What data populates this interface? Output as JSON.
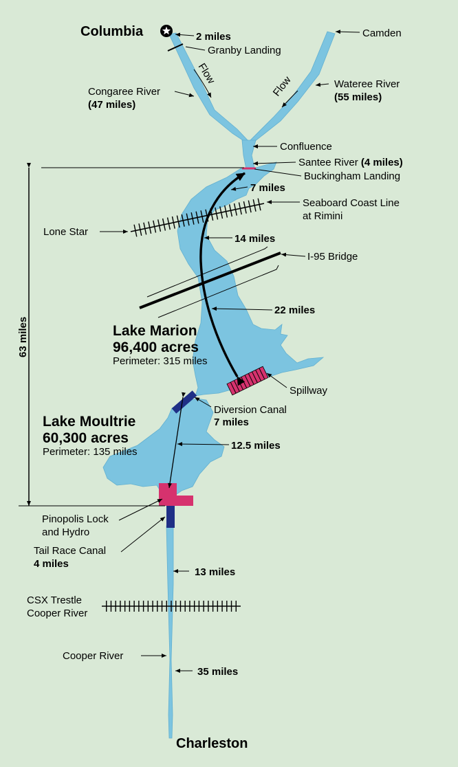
{
  "places": {
    "columbia": "Columbia",
    "camden": "Camden",
    "charleston": "Charleston",
    "granby": "Granby Landing",
    "confluence": "Confluence",
    "buckingham": "Buckingham Landing",
    "lone_star": "Lone Star",
    "spillway": "Spillway",
    "i95": "I-95 Bridge",
    "seaboard_1": "Seaboard Coast Line",
    "seaboard_2": "at Rimini",
    "csx_1": "CSX Trestle",
    "csx_2": "Cooper River",
    "pinopolis_1": "Pinopolis Lock",
    "pinopolis_2": "and Hydro"
  },
  "rivers": {
    "congaree_name": "Congaree River",
    "congaree_len": "(47 miles)",
    "wateree_name": "Wateree River",
    "wateree_len": "(55 miles)",
    "santee_name": "Santee River ",
    "santee_len": "(4 miles)",
    "cooper_name": "Cooper River",
    "diversion_name": "Diversion Canal",
    "diversion_len": "7 miles",
    "tailrace_name": "Tail Race Canal",
    "tailrace_len": "4 miles"
  },
  "flow_label": "Flow",
  "distances": {
    "d2": "2 miles",
    "d7": "7 miles",
    "d14": "14 miles",
    "d22": "22 miles",
    "d12_5": "12.5 miles",
    "d13": "13 miles",
    "d35": "35 miles",
    "d63": "63 miles"
  },
  "lakes": {
    "marion_name": "Lake Marion",
    "marion_area": "96,400 acres",
    "marion_perim": "Perimeter: 315 miles",
    "moultrie_name": "Lake Moultrie",
    "moultrie_area": "60,300 acres",
    "moultrie_perim": "Perimeter: 135 miles"
  },
  "colors": {
    "background": "#d9e9d6",
    "water": "#7cc4e0",
    "structure": "#d6326e",
    "canal": "#1f2f86"
  },
  "icons": {
    "city_marker": "star-in-circle-icon"
  }
}
